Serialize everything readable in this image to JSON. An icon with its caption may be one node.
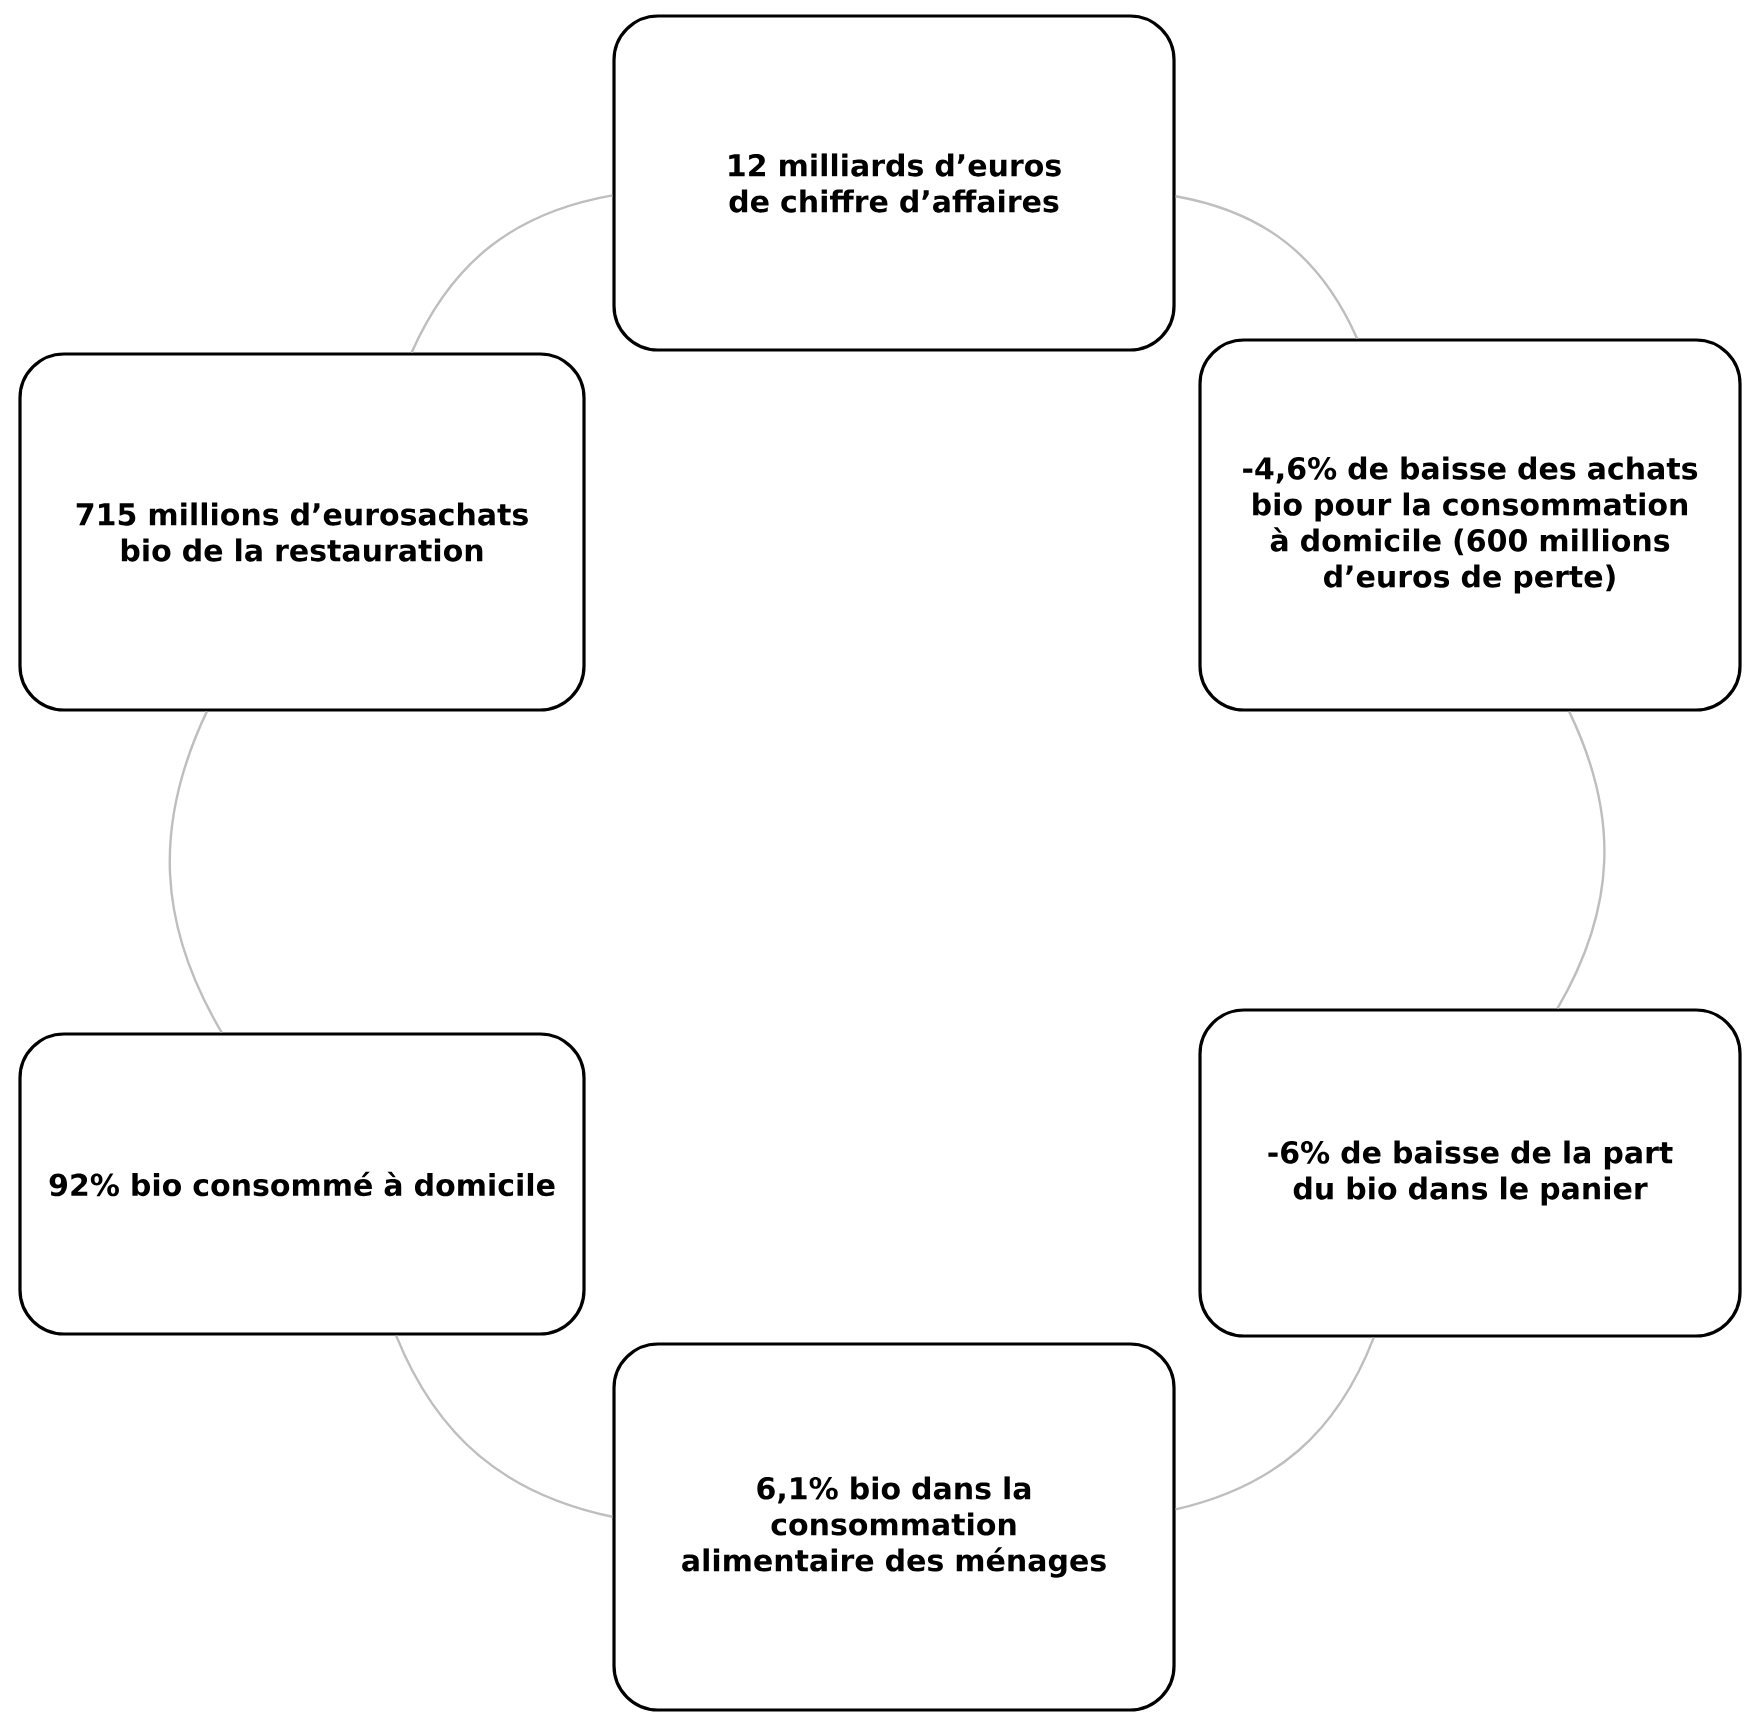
{
  "diagram": {
    "nodes": [
      {
        "text": [
          "12 milliards d’euros de chiffre d’affaires"
        ]
      },
      {
        "text": [
          "-4,6% de baisse des achats bio pour la consommation à domicile (600 millions d’euros de perte)"
        ]
      },
      {
        "text": [
          "-6% de baisse de la part du bio dans le panier"
        ]
      },
      {
        "text": [
          "6,1% bio dans la consommation alimentaire des ménages"
        ]
      },
      {
        "text": [
          "92% bio consommé à domicile"
        ]
      },
      {
        "text": [
          "715 millions d’eurosachats bio de la restauration"
        ]
      }
    ],
    "edges": [
      {
        "from": 0,
        "to": 1,
        "arrow": "none"
      },
      {
        "from": 1,
        "to": 2,
        "arrow": "none"
      },
      {
        "from": 2,
        "to": 3,
        "arrow": "none"
      },
      {
        "from": 3,
        "to": 4,
        "arrow": "none"
      },
      {
        "from": 4,
        "to": 5,
        "arrow": "none"
      },
      {
        "from": 5,
        "to": 0,
        "arrow": "none"
      }
    ]
  }
}
